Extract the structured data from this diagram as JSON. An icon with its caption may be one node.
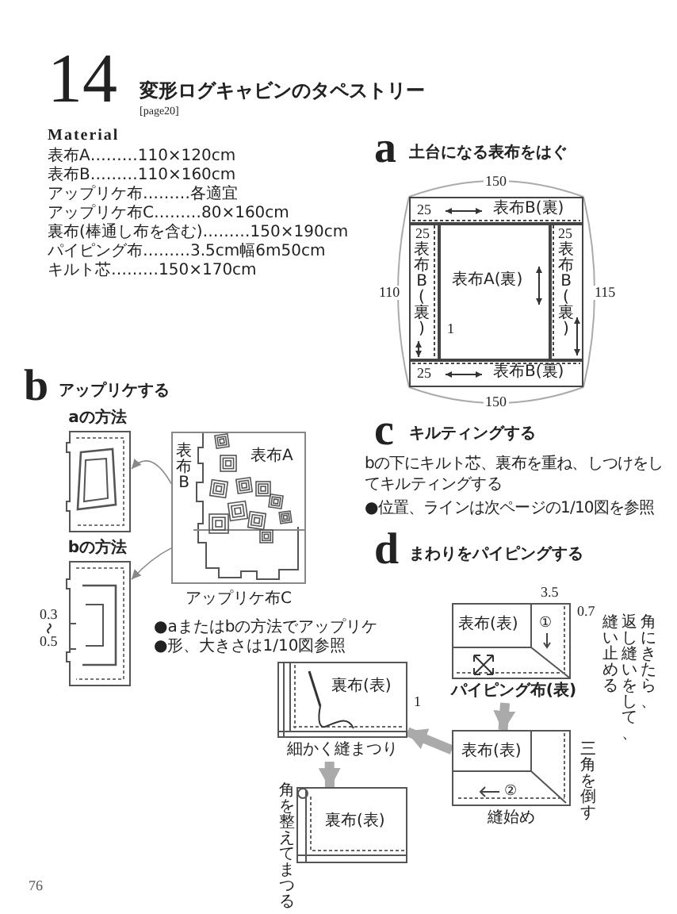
{
  "diagram": {
    "title": "変形ログキャビンのタペストリー",
    "nodes": [
      {
        "text": [
          "aの方法"
        ]
      },
      {
        "text": [
          "bの方法"
        ]
      },
      {
        "text": [
          "表布B",
          "表布A",
          "アップリケ布C"
        ]
      },
      {
        "text": [
          "表布(表)",
          "パイピング布(表)"
        ]
      },
      {
        "text": [
          "表布(表)",
          "縫始め"
        ]
      },
      {
        "text": [
          "裏布(表)",
          "細かく縫まつり"
        ]
      },
      {
        "text": [
          "裏布(表)"
        ]
      },
      {
        "text": [
          "表布B(裏)"
        ]
      },
      {
        "text": [
          "表布B(裏)"
        ]
      },
      {
        "text": [
          "表布A(裏)"
        ]
      },
      {
        "text": [
          "表布B(裏)"
        ]
      },
      {
        "text": [
          "表布B(裏)"
        ]
      }
    ],
    "edges": [
      {
        "from": 2,
        "to": 0,
        "arrow": "to"
      },
      {
        "from": 2,
        "to": 1,
        "arrow": "to"
      },
      {
        "from": 3,
        "to": 4,
        "arrow": "to"
      },
      {
        "from": 4,
        "to": 5,
        "arrow": "to"
      },
      {
        "from": 5,
        "to": 6,
        "arrow": "to"
      }
    ],
    "labels": [
      "14",
      "[page20]",
      "Material",
      "表布A………110×120cm",
      "表布B………110×160cm",
      "アップリケ布………各適宜",
      "アップリケ布C………80×160cm",
      "裏布(棒通し布を含む)………150×190cm",
      "パイピング布………3.5cm幅6m50cm",
      "キルト芯………150×170cm",
      "a",
      "土台になる表布をはぐ",
      "150",
      "25",
      "25",
      "110",
      "1",
      "25",
      "115",
      "25",
      "150",
      "b",
      "アップリケする",
      "0.3",
      "0.5",
      "●aまたはbの方法でアップリケ",
      "●形、大きさは1/10図参照",
      "c",
      "キルティングする",
      "bの下にキルト芯、裏布を重ね、しつけをしてキルティングする",
      "●位置、ラインは次ページの1/10図を参照",
      "d",
      "まわりをパイピングする",
      "3.5",
      "0.7",
      "①",
      "角にきたら、",
      "返し縫いをして、",
      "縫い止める",
      "三角を倒す",
      "②",
      "1",
      "角を整えてまつる",
      "76"
    ]
  }
}
